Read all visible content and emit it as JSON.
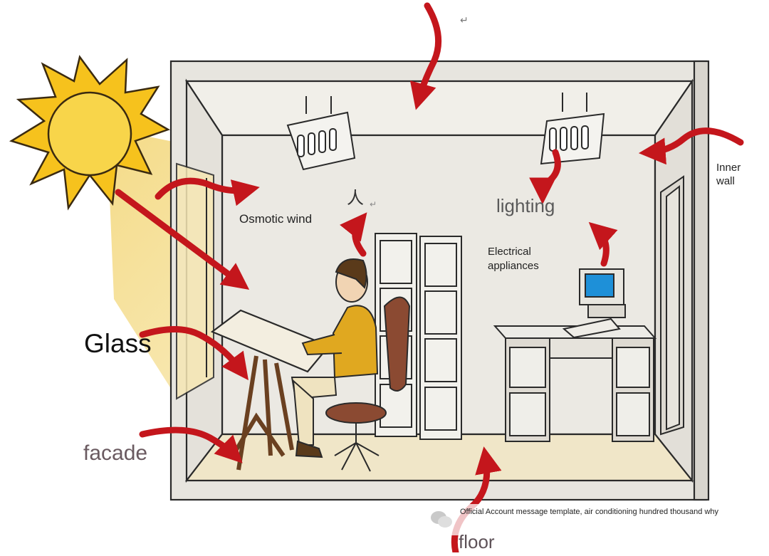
{
  "labels": {
    "glass": "Glass",
    "facade": "facade",
    "floor": "floor",
    "lighting": "lighting",
    "osmotic_wind": "Osmotic wind",
    "electrical_appliances": "Electrical appliances",
    "inner_wall": "Inner wall",
    "person_char": "人",
    "return_mark": "↵",
    "return_mark_small": "↵"
  },
  "watermark": {
    "text": "Official Account message template, air conditioning hundred thousand why",
    "icon": "wechat-icon"
  },
  "icons": [
    "sun-icon",
    "ceiling-light-icon",
    "person-icon",
    "computer-icon",
    "heat-arrow-icon"
  ],
  "colors": {
    "sun": "#f6c21d",
    "sun_outline": "#3a2a10",
    "sunbeam": "#f3d77a",
    "room_wall": "#e7e5df",
    "room_ceiling": "#f1efe9",
    "room_floor": "#f0e6c8",
    "outline": "#2a2a2a",
    "heat_arrow": "#c4161c",
    "shirt": "#e0a820",
    "chair": "#8b4a32",
    "screen": "#1e90d8"
  }
}
